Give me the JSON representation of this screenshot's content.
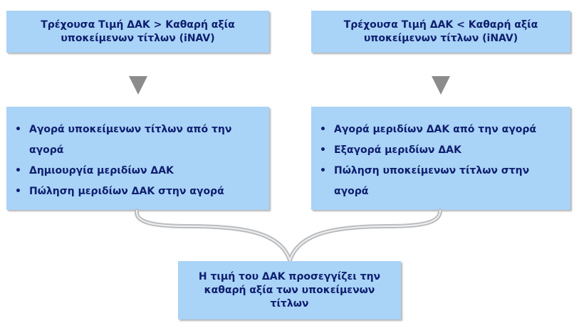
{
  "left_header": {
    "line1": "Τρέχουσα Τιμή ΔΑΚ > Καθαρή αξία",
    "line2": "υποκείμενων τίτλων (iNAV)"
  },
  "right_header": {
    "line1": "Τρέχουσα Τιμή ΔΑΚ < Καθαρή αξία",
    "line2": "υποκείμενων τίτλων (iNAV)"
  },
  "left_list": {
    "bullet": "•",
    "items": [
      "Αγορά υποκείμενων τίτλων από την αγορά",
      "Δημιουργία μεριδίων ΔΑΚ",
      "Πώληση μεριδίων ΔΑΚ στην αγορά"
    ]
  },
  "right_list": {
    "bullet": "•",
    "items": [
      "Αγορά μεριδίων ΔΑΚ από την αγορά",
      "Εξαγορά μεριδίων ΔΑΚ",
      "Πώληση υποκείμενων τίτλων στην αγορά"
    ]
  },
  "result": {
    "line1": "Η τιμή του ΔΑΚ προσεγγίζει την",
    "line2": "καθαρή αξία των υποκείμενων",
    "line3": "τίτλων"
  },
  "colors": {
    "box_fill": "#a9d3f7",
    "text": "#0e1e6e",
    "arrow": "#8c8c8c"
  }
}
